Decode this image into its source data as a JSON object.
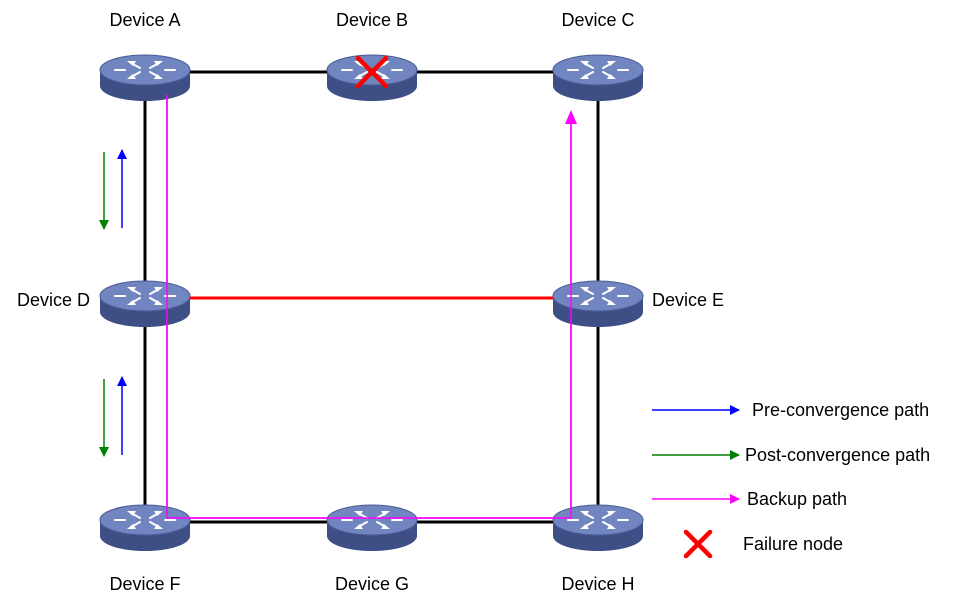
{
  "devices": {
    "a": "Device A",
    "b": "Device B",
    "c": "Device C",
    "d": "Device D",
    "e": "Device E",
    "f": "Device F",
    "g": "Device G",
    "h": "Device H"
  },
  "failed_device": "Device B",
  "legend": {
    "pre": "Pre-convergence path",
    "post": "Post-convergence path",
    "backup": "Backup path",
    "failure": "Failure node"
  },
  "colors": {
    "link": "#000000",
    "highlight_link": "#ff0000",
    "pre": "#0000ff",
    "post": "#008000",
    "backup": "#ff00ff",
    "failure": "#ff0000",
    "router_top": "#6f84bd",
    "router_side": "#3e4f85"
  },
  "icons": {
    "router": "router-icon",
    "failure": "failure-x-icon"
  }
}
